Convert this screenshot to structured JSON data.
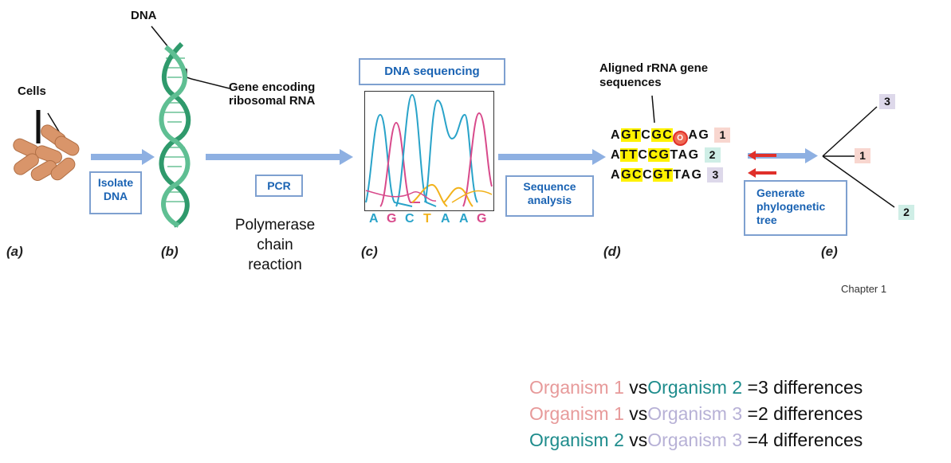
{
  "labels": {
    "cells": "Cells",
    "dna": "DNA",
    "gene_encoding": "Gene encoding",
    "ribosomal_rna": "ribosomal RNA",
    "aligned_line1": "Aligned rRNA  gene",
    "aligned_line2": "sequences",
    "polymerase_line1": "Polymerase",
    "polymerase_line2": "chain",
    "polymerase_line3": "reaction",
    "chapter": "Chapter 1"
  },
  "steps": {
    "isolate_line1": "Isolate",
    "isolate_line2": "DNA",
    "pcr": "PCR",
    "dna_sequencing": "DNA sequencing",
    "sequence_line1": "Sequence",
    "sequence_line2": "analysis",
    "generate_line1": "Generate",
    "generate_line2": "phylogenetic",
    "generate_line3": "tree"
  },
  "panels": {
    "a": "(a)",
    "b": "(b)",
    "c": "(c)",
    "d": "(d)",
    "e": "(e)"
  },
  "chromatogram_bases": [
    "A",
    "G",
    "C",
    "T",
    "A",
    "A",
    "G"
  ],
  "sequences": [
    {
      "pre": "A",
      "h1": "GT",
      "mid": "C",
      "h2": "GC",
      "post": "AG",
      "mark": "O",
      "organism": "1"
    },
    {
      "pre": "A",
      "h1": "TT",
      "mid": "C",
      "h2": "CG",
      "post": "TAG",
      "organism": "2"
    },
    {
      "pre": "A",
      "h1": "GC",
      "mid": "C",
      "h2": "GT",
      "post": "TAG",
      "organism": "3"
    }
  ],
  "tree_leaves": {
    "top": "3",
    "middle": "1",
    "bottom": "2"
  },
  "comparisons": [
    {
      "org_a": "Organism 1",
      "vs": "vs",
      "org_b": "Organism 2",
      "eq": "=",
      "count": "3",
      "unit": "differences"
    },
    {
      "org_a": "Organism 1",
      "vs": "vs",
      "org_b": "Organism 3",
      "eq": "=",
      "count": "2",
      "unit": "differences"
    },
    {
      "org_a": "Organism 2",
      "vs": "vs",
      "org_b": "Organism 3",
      "eq": "=",
      "count": "4",
      "unit": "differences"
    }
  ],
  "colors": {
    "arrow": "#8eb0e2",
    "highlight": "#fff200",
    "red_arrow": "#e0302a",
    "cell": "#d9956a",
    "helix": "#3aa57a",
    "organism1": "#e79a9a",
    "organism2": "#1e8c8c",
    "organism3": "#b7b1d6",
    "base_A": "#29a3c9",
    "base_G": "#d84a8b",
    "base_C": "#29a3c9",
    "base_T": "#f2b21b"
  }
}
